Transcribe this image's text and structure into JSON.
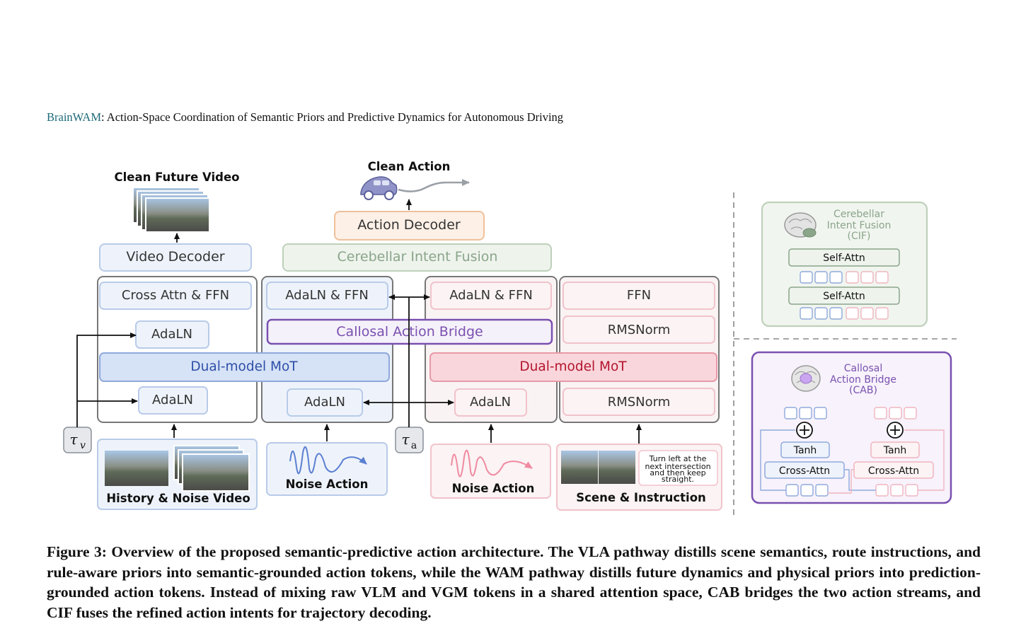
{
  "header": {
    "brand": "BrainWAM",
    "rest": ": Action-Space Coordination of Semantic Priors and Predictive Dynamics for Autonomous Driving"
  },
  "figure": {
    "clean_future_video": "Clean Future Video",
    "clean_action": "Clean Action",
    "action_decoder": "Action Decoder",
    "video_decoder": "Video Decoder",
    "cif_bar": "Cerebellar Intent Fusion",
    "cross_attn_ffn": "Cross Attn & FFN",
    "adaln_ffn_1": "AdaLN & FFN",
    "adaln_ffn_2": "AdaLN & FFN",
    "ffn": "FFN",
    "rmsnorm_1": "RMSNorm",
    "rmsnorm_2": "RMSNorm",
    "cab_bar": "Callosal Action Bridge",
    "adaln_1": "AdaLN",
    "adaln_2": "AdaLN",
    "adaln_3": "AdaLN",
    "adaln_4": "AdaLN",
    "mot_left": "Dual-model MoT",
    "mot_right": "Dual-model MoT",
    "tau_v": "τ",
    "tau_v_sub": "v",
    "tau_a": "τ",
    "tau_a_sub": "a",
    "history_noise_video": "History & Noise Video",
    "noise_action_1": "Noise Action",
    "noise_action_2": "Noise Action",
    "scene_instruction": "Scene & Instruction",
    "instruction_lines": [
      "Turn left at the",
      "next intersection",
      "and then keep",
      "straight."
    ],
    "cif_panel": {
      "title_lines": [
        "Cerebellar",
        "Intent Fusion",
        "(CIF)"
      ],
      "self_attn_1": "Self-Attn",
      "self_attn_2": "Self-Attn"
    },
    "cab_panel": {
      "title_lines": [
        "Callosal",
        "Action Bridge",
        "(CAB)"
      ],
      "tanh_1": "Tanh",
      "tanh_2": "Tanh",
      "cross_attn_1": "Cross-Attn",
      "cross_attn_2": "Cross-Attn"
    },
    "colors": {
      "blue": "#2e4fa8",
      "red": "#b3142c",
      "purple": "#7a50b0",
      "green": "#8aa58a",
      "orange": "#e8a878"
    }
  },
  "caption": {
    "label": "Figure 3:",
    "text": " Overview of the proposed semantic-predictive action architecture. The VLA pathway distills scene semantics, route instructions, and rule-aware priors into semantic-grounded action tokens, while the WAM pathway distills future dynamics and physical priors into prediction-grounded action tokens. Instead of mixing raw VLM and VGM tokens in a shared attention space, CAB bridges the two action streams, and CIF fuses the refined action intents for trajectory decoding."
  }
}
